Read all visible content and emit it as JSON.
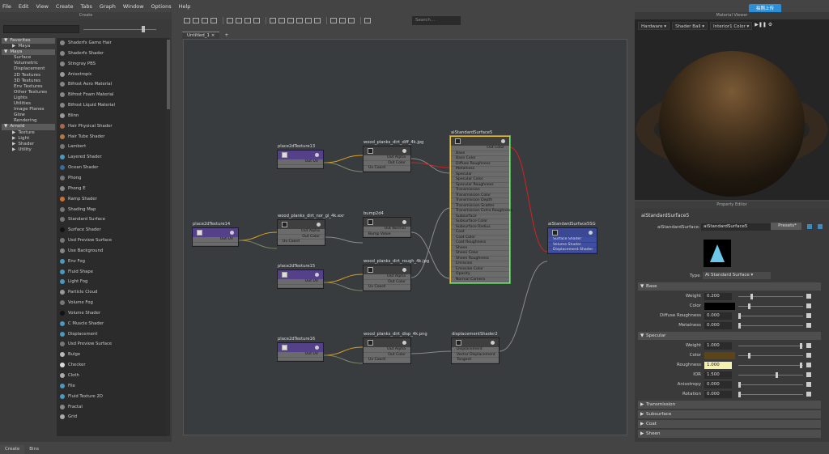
{
  "menu": [
    "File",
    "Edit",
    "View",
    "Create",
    "Tabs",
    "Graph",
    "Window",
    "Options",
    "Help"
  ],
  "upload_label": "拍照上传",
  "create_panel": {
    "title": "Create",
    "tree": [
      {
        "label": "Favorites",
        "level": 0,
        "header": true,
        "arrow": "▼"
      },
      {
        "label": "Maya",
        "level": 1,
        "arrow": "▶"
      },
      {
        "label": "Maya",
        "level": 0,
        "header": true,
        "arrow": "▼"
      },
      {
        "label": "Surface",
        "level": 2
      },
      {
        "label": "Volumetric",
        "level": 2
      },
      {
        "label": "Displacement",
        "level": 2
      },
      {
        "label": "2D Textures",
        "level": 2
      },
      {
        "label": "3D Textures",
        "level": 2
      },
      {
        "label": "Env Textures",
        "level": 2
      },
      {
        "label": "Other Textures",
        "level": 2
      },
      {
        "label": "Lights",
        "level": 2
      },
      {
        "label": "Utilities",
        "level": 2
      },
      {
        "label": "Image Planes",
        "level": 2
      },
      {
        "label": "Glow",
        "level": 2
      },
      {
        "label": "Rendering",
        "level": 2
      },
      {
        "label": "Arnold",
        "level": 0,
        "header": true,
        "arrow": "▼"
      },
      {
        "label": "Texture",
        "level": 1,
        "arrow": "▶"
      },
      {
        "label": "Light",
        "level": 1,
        "arrow": "▶"
      },
      {
        "label": "Shader",
        "level": 1,
        "arrow": "▶"
      },
      {
        "label": "Utility",
        "level": 1,
        "arrow": "▶"
      }
    ],
    "nodes": [
      {
        "label": "Shaderfx Game Hair",
        "color": "#888"
      },
      {
        "label": "Shaderfx Shader",
        "color": "#888"
      },
      {
        "label": "Stingray PBS",
        "color": "#888"
      },
      {
        "label": "Anisotropic",
        "color": "#9a9a9a"
      },
      {
        "label": "Bifrost Aero Material",
        "color": "#888"
      },
      {
        "label": "Bifrost Foam Material",
        "color": "#888"
      },
      {
        "label": "Bifrost Liquid Material",
        "color": "#888"
      },
      {
        "label": "Blinn",
        "color": "#9a9a9a"
      },
      {
        "label": "Hair Physical Shader",
        "color": "#a86a4a"
      },
      {
        "label": "Hair Tube Shader",
        "color": "#b07a40"
      },
      {
        "label": "Lambert",
        "color": "#777"
      },
      {
        "label": "Layered Shader",
        "color": "#4a9ac0"
      },
      {
        "label": "Ocean Shader",
        "color": "#3a6a9a"
      },
      {
        "label": "Phong",
        "color": "#777"
      },
      {
        "label": "Phong E",
        "color": "#888"
      },
      {
        "label": "Ramp Shader",
        "color": "#d07030"
      },
      {
        "label": "Shading Map",
        "color": "#777"
      },
      {
        "label": "Standard Surface",
        "color": "#777"
      },
      {
        "label": "Surface Shader",
        "color": "#111"
      },
      {
        "label": "Usd Preview Surface",
        "color": "#777"
      },
      {
        "label": "Use Background",
        "color": "#888"
      },
      {
        "label": "Env Fog",
        "color": "#4a9ac0"
      },
      {
        "label": "Fluid Shape",
        "color": "#4a9ac0"
      },
      {
        "label": "Light Fog",
        "color": "#4a9ac0"
      },
      {
        "label": "Particle Cloud",
        "color": "#9a9a9a"
      },
      {
        "label": "Volume Fog",
        "color": "#777"
      },
      {
        "label": "Volume Shader",
        "color": "#111"
      },
      {
        "label": "C Muscle Shader",
        "color": "#4a9ac0"
      },
      {
        "label": "Displacement",
        "color": "#4a9ac0"
      },
      {
        "label": "Usd Preview Surface",
        "color": "#777"
      },
      {
        "label": "Bulge",
        "color": "#bbb"
      },
      {
        "label": "Checker",
        "color": "#ddd"
      },
      {
        "label": "Cloth",
        "color": "#aaa"
      },
      {
        "label": "File",
        "color": "#4a9ac0"
      },
      {
        "label": "Fluid Texture 2D",
        "color": "#4a9ac0"
      },
      {
        "label": "Fractal",
        "color": "#888"
      },
      {
        "label": "Grid",
        "color": "#aaa"
      }
    ],
    "bottom_tabs": [
      "Create",
      "Bins"
    ]
  },
  "editor": {
    "tab_label": "Untitled_1",
    "tab_close": "×",
    "add_tab": "+",
    "search_placeholder": "Search...",
    "nodes": {
      "p13": {
        "title": "place2dTexture13",
        "out": "Out UV"
      },
      "p14": {
        "title": "place2dTexture14",
        "out": "Out UV"
      },
      "p15": {
        "title": "place2dTexture15",
        "out": "Out UV"
      },
      "p16": {
        "title": "place2dTexture16",
        "out": "Out UV"
      },
      "f_diff": {
        "title": "wood_planks_dirt_diff_4k.jpg",
        "rows": [
          "Out Alpha",
          "Out Color",
          "Uv Coord"
        ]
      },
      "f_nor": {
        "title": "wood_planks_dirt_nor_gl_4k.exr",
        "rows": [
          "Out Alpha",
          "Out Color",
          "Uv Coord"
        ]
      },
      "f_rough": {
        "title": "wood_planks_dirt_rough_4k.jpg",
        "rows": [
          "Out Alpha",
          "Out Color",
          "Uv Coord"
        ]
      },
      "f_disp": {
        "title": "wood_planks_dirt_disp_4k.png",
        "rows": [
          "Out Alpha",
          "Out Color",
          "Uv Coord"
        ]
      },
      "bump": {
        "title": "bump2d4",
        "rows": [
          "Out Normal",
          "Bump Value"
        ]
      },
      "disp": {
        "title": "displacementShader2",
        "rows": [
          "Displacement",
          "Vector Displacement",
          "Tangent"
        ]
      },
      "std": {
        "title": "aiStandardSurface5",
        "out": "Out Color",
        "rows": [
          "Base",
          "Base Color",
          "Diffuse Roughness",
          "Metalness",
          "Specular",
          "Specular Color",
          "Specular Roughness",
          "Transmission",
          "Transmission Color",
          "Transmission Depth",
          "Transmission Scatter",
          "Transmission Extra Roughness",
          "Subsurface",
          "Subsurface Color",
          "Subsurface Radius",
          "Coat",
          "Coat Color",
          "Coat Roughness",
          "Sheen",
          "Sheen Color",
          "Sheen Roughness",
          "Emission",
          "Emission Color",
          "Opacity",
          "Normal Camera"
        ]
      },
      "sg": {
        "title": "aiStandardSurface5SG",
        "rows": [
          "Surface Shader",
          "Volume Shader",
          "Displacement Shader"
        ]
      }
    }
  },
  "viewer": {
    "title": "Material Viewer",
    "renderer": "Hardware",
    "shape": "Shader Ball",
    "environment": "Interior1 Color"
  },
  "property_editor": {
    "title": "Property Editor",
    "node_name": "aiStandardSurface5",
    "type_label": "aiStandardSurface:",
    "type_value": "aiStandardSurface5",
    "presets": "Presets*",
    "shader_type_label": "Type",
    "shader_type_value": "Ai Standard Surface",
    "sections": {
      "base": "Base",
      "specular": "Specular",
      "transmission": "Transmission",
      "subsurface": "Subsurface",
      "coat": "Coat",
      "sheen": "Sheen"
    },
    "base_attrs": [
      {
        "label": "Weight",
        "value": "0.200",
        "level": 0.2
      },
      {
        "label": "Color",
        "value": "",
        "swatch": "#000000"
      },
      {
        "label": "Diffuse Roughness",
        "value": "0.000",
        "level": 0
      },
      {
        "label": "Metalness",
        "value": "0.000",
        "level": 0
      }
    ],
    "spec_attrs": [
      {
        "label": "Weight",
        "value": "1.000",
        "level": 1
      },
      {
        "label": "Color",
        "value": "",
        "swatch": "#5a4418"
      },
      {
        "label": "Roughness",
        "value": "1.000",
        "level": 1,
        "highlight": true
      },
      {
        "label": "IOR",
        "value": "1.500",
        "level": 0.6
      },
      {
        "label": "Anisotropy",
        "value": "0.000",
        "level": 0
      },
      {
        "label": "Rotation",
        "value": "0.000",
        "level": 0
      }
    ]
  },
  "colors": {
    "accent": "#2d8fd7",
    "selected_node_border": "#e8c234",
    "shader_node": "#3f4ea0",
    "place2d_header": "#55418a"
  }
}
